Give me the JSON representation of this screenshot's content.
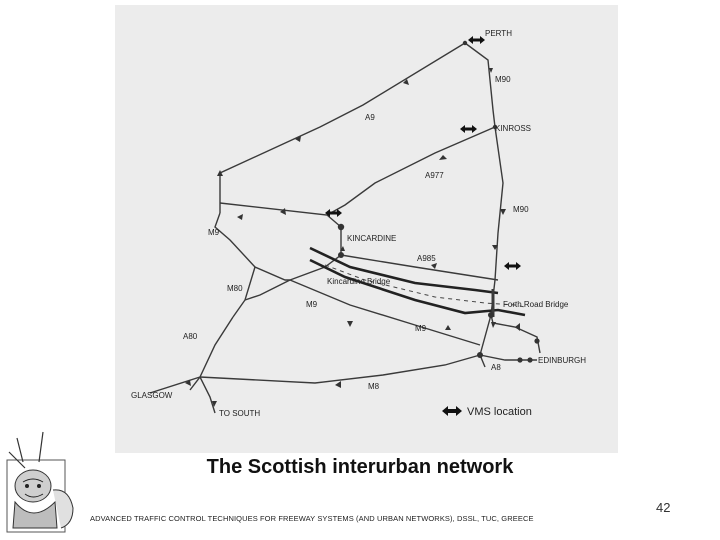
{
  "slide": {
    "title": "The Scottish interurban network",
    "page_number": "42",
    "footer": "ADVANCED TRAFFIC CONTROL TECHNIQUES FOR FREEWAY SYSTEMS (AND URBAN NETWORKS), DSSL, TUC, GREECE"
  },
  "map": {
    "places": {
      "perth": "PERTH",
      "kinross": "KINROSS",
      "kincardine": "KINCARDINE",
      "edinburgh": "EDINBURGH",
      "glasgow": "GLASGOW",
      "to_south": "TO SOUTH"
    },
    "roads": {
      "m90_north": "M90",
      "m90_south": "M90",
      "a9_top": "A9",
      "a977": "A977",
      "m9_west": "M9",
      "m80": "M80",
      "a985": "A985",
      "m9_mid": "M9",
      "m9_south": "M9",
      "a80": "A80",
      "m8": "M8",
      "a8": "A8"
    },
    "bridges": {
      "kincardine_bridge": "Kincardine Bridge",
      "forth_road_bridge": "Forth Road Bridge"
    },
    "legend": {
      "vms_label": "VMS location",
      "vms_icon": "double-arrow-icon"
    }
  }
}
